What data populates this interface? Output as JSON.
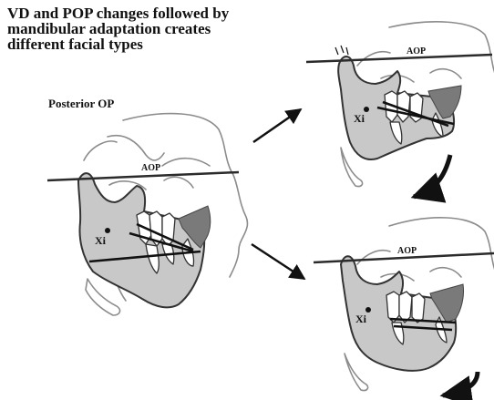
{
  "title_lines": [
    "VD and POP changes followed by",
    "mandibular adaptation creates",
    "different facial types"
  ],
  "subtitle": "Posterior OP",
  "panels": {
    "left": {
      "aop_label": "AOP",
      "xi_label": "Xi"
    },
    "top_right": {
      "aop_label": "AOP",
      "xi_label": "Xi"
    },
    "bottom_right": {
      "aop_label": "AOP",
      "xi_label": "Xi"
    }
  },
  "colors": {
    "jaw_fill": "#c8c8c8",
    "maxilla_fill": "#7a7a7a",
    "outline": "#8c8c8c",
    "arrow": "#111111"
  }
}
